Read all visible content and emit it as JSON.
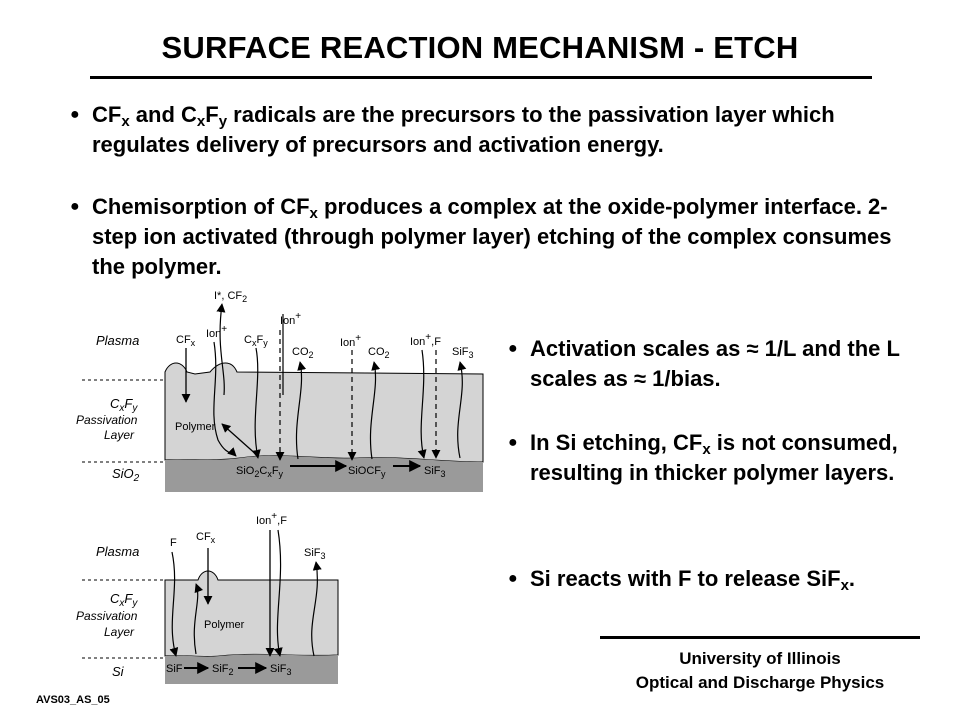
{
  "title": "SURFACE REACTION MECHANISM - ETCH",
  "bullets": {
    "b1": {
      "a": "CF",
      "a_sub": "x",
      "b": " and C",
      "b_sub": "x",
      "c": "F",
      "c_sub": "y",
      "d": " radicals are the precursors to the passivation layer which regulates delivery of precursors and activation energy."
    },
    "b2": {
      "a": "Chemisorption of CF",
      "a_sub": "x",
      "b": " produces a complex at the oxide-polymer interface. 2-step ion activated (through polymer layer) etching of the complex consumes the polymer."
    },
    "b3": {
      "a": "Activation scales as ",
      "approx1": "≈",
      "b": " 1/L and the L scales as ",
      "approx2": "≈",
      "c": " 1/bias."
    },
    "b4": {
      "a": "In Si etching, CF",
      "a_sub": "x",
      "b": " is not consumed, resulting in thicker polymer layers."
    },
    "b5": {
      "a": "Si reacts with F to release SiF",
      "a_sub": "x",
      "b": "."
    }
  },
  "diagram_top": {
    "plasma": "Plasma",
    "passivation": {
      "c": "C",
      "x": "x",
      "f": "F",
      "y": "y",
      "l2": "Passivation",
      "l3": "Layer"
    },
    "sio2": {
      "a": "SiO",
      "b": "2"
    },
    "species": {
      "ipcf2": {
        "a": "I*, CF",
        "b": "2"
      },
      "cfx": {
        "a": "CF",
        "b": "x"
      },
      "ion1": {
        "a": "Ion",
        "b": "+"
      },
      "cxfy": {
        "a": "C",
        "b": "x",
        "c": "F",
        "d": "y"
      },
      "ion2": {
        "a": "Ion",
        "b": "+"
      },
      "co2a": {
        "a": "CO",
        "b": "2"
      },
      "ion3": {
        "a": "Ion",
        "b": "+"
      },
      "co2b": {
        "a": "CO",
        "b": "2"
      },
      "ionf": {
        "a": "Ion",
        "b": "+",
        "c": ",F"
      },
      "sif3": {
        "a": "SiF",
        "b": "3"
      }
    },
    "polymer": "Polymer",
    "product1": {
      "a": "SiO",
      "b": "2",
      "c": "C",
      "d": "x",
      "e": "F",
      "f": "y"
    },
    "product2": {
      "a": "SiOCF",
      "b": "y"
    },
    "product3": {
      "a": "SiF",
      "b": "3"
    }
  },
  "diagram_bottom": {
    "plasma": "Plasma",
    "passivation": {
      "c": "C",
      "x": "x",
      "f": "F",
      "y": "y",
      "l2": "Passivation",
      "l3": "Layer"
    },
    "si": "Si",
    "species": {
      "f": "F",
      "cfx": {
        "a": "CF",
        "b": "x"
      },
      "ionf": {
        "a": "Ion",
        "b": "+",
        "c": ",F"
      },
      "sif3": {
        "a": "SiF",
        "b": "3"
      }
    },
    "polymer": "Polymer",
    "product1": "SiF",
    "product2": {
      "a": "SiF",
      "b": "2"
    },
    "product3": {
      "a": "SiF",
      "b": "3"
    }
  },
  "footer": {
    "line1": "University of Illinois",
    "line2": "Optical and Discharge Physics"
  },
  "code": "AVS03_AS_05",
  "colors": {
    "polymer": "#d4d4d4",
    "substrate": "#9a9a9a"
  }
}
